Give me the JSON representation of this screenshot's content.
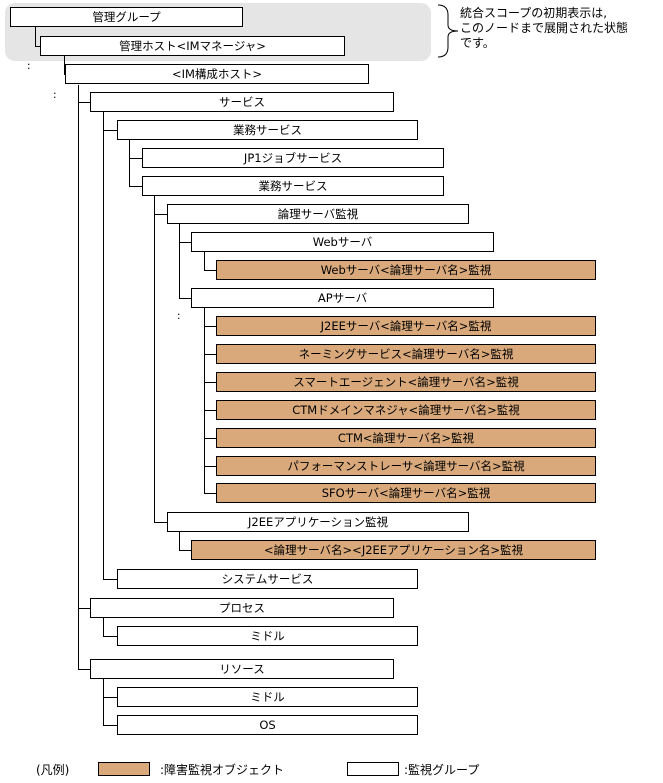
{
  "tree": {
    "nodes": [
      {
        "id": "n0",
        "label": "管理グループ",
        "kind": "group"
      },
      {
        "id": "n1",
        "label": "管理ホスト<IMマネージャ>",
        "kind": "group"
      },
      {
        "id": "n2",
        "label": "<IM構成ホスト>",
        "kind": "group"
      },
      {
        "id": "n3",
        "label": "サービス",
        "kind": "group"
      },
      {
        "id": "n4",
        "label": "業務サービス",
        "kind": "group"
      },
      {
        "id": "n5",
        "label": "JP1ジョブサービス",
        "kind": "group"
      },
      {
        "id": "n6",
        "label": "業務サービス",
        "kind": "group"
      },
      {
        "id": "n7",
        "label": "論理サーバ監視",
        "kind": "group"
      },
      {
        "id": "n8",
        "label": "Webサーバ",
        "kind": "group"
      },
      {
        "id": "n9",
        "label": "Webサーバ<論理サーバ名>監視",
        "kind": "object"
      },
      {
        "id": "n10",
        "label": "APサーバ",
        "kind": "group"
      },
      {
        "id": "n11",
        "label": "J2EEサーバ<論理サーバ名>監視",
        "kind": "object"
      },
      {
        "id": "n12",
        "label": "ネーミングサービス<論理サーバ名>監視",
        "kind": "object"
      },
      {
        "id": "n13",
        "label": "スマートエージェント<論理サーバ名>監視",
        "kind": "object"
      },
      {
        "id": "n14",
        "label": "CTMドメインマネジャ<論理サーバ名>監視",
        "kind": "object"
      },
      {
        "id": "n15",
        "label": "CTM<論理サーバ名>監視",
        "kind": "object"
      },
      {
        "id": "n16",
        "label": "パフォーマンストレーサ<論理サーバ名>監視",
        "kind": "object"
      },
      {
        "id": "n17",
        "label": "SFOサーバ<論理サーバ名>監視",
        "kind": "object"
      },
      {
        "id": "n18",
        "label": "J2EEアプリケーション監視",
        "kind": "group"
      },
      {
        "id": "n19",
        "label": "<論理サーバ名><J2EEアプリケーション名>監視",
        "kind": "object"
      },
      {
        "id": "n20",
        "label": "システムサービス",
        "kind": "group"
      },
      {
        "id": "n21",
        "label": "プロセス",
        "kind": "group"
      },
      {
        "id": "n22",
        "label": "ミドル",
        "kind": "group"
      },
      {
        "id": "n23",
        "label": "リソース",
        "kind": "group"
      },
      {
        "id": "n24",
        "label": "ミドル",
        "kind": "group"
      },
      {
        "id": "n25",
        "label": "OS",
        "kind": "group"
      }
    ]
  },
  "note": {
    "lines": [
      "統合スコープの初期表示は,",
      "このノードまで展開された状態",
      "です。"
    ]
  },
  "legend": {
    "title": "(凡例)",
    "object_label": ":障害監視オブジェクト",
    "group_label": ":監視グループ"
  },
  "colors": {
    "object_fill": "#d9a97c",
    "group_fill": "#ffffff",
    "highlight_bg": "#e5e5e5"
  }
}
